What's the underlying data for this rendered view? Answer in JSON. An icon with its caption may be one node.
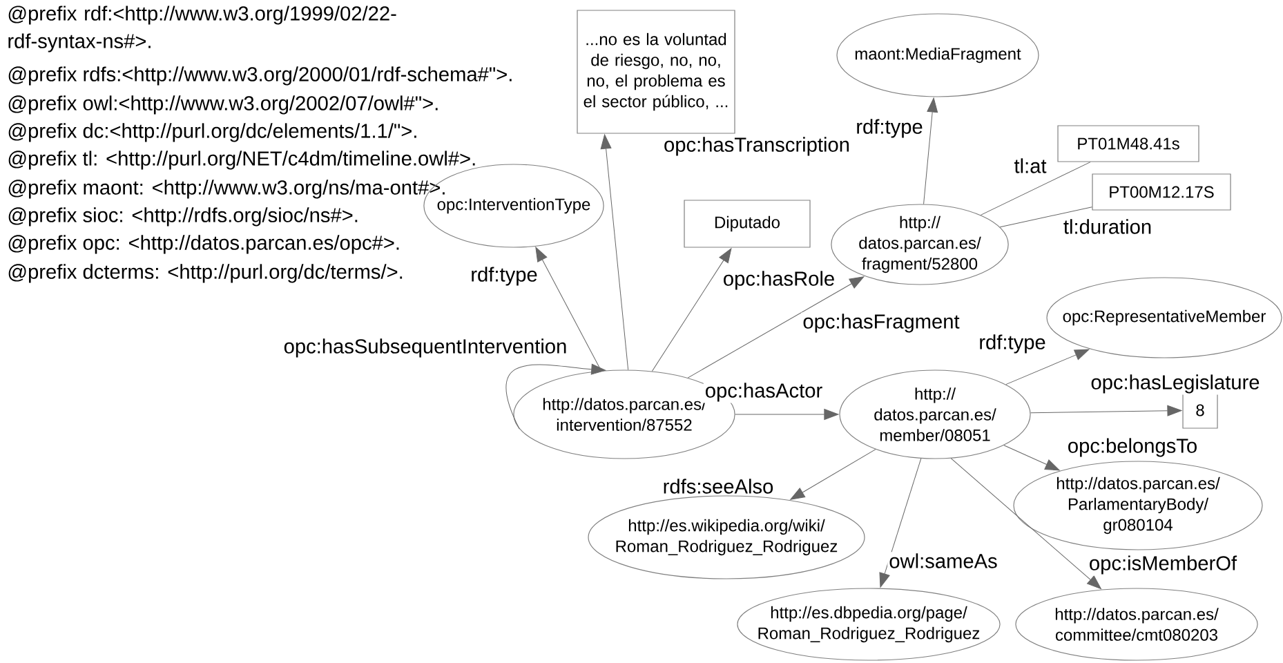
{
  "diagram": {
    "nodes": [
      {
        "text": [
          "...no es la voluntad de riesgo, no, no, no, el problema es el sector público, ..."
        ]
      },
      {
        "text": [
          "maont:MediaFragment"
        ]
      },
      {
        "text": [
          "PT01M48.41s"
        ]
      },
      {
        "text": [
          "PT00M12.17S"
        ]
      },
      {
        "text": [
          "opc:InterventionType"
        ]
      },
      {
        "text": [
          "Diputado"
        ]
      },
      {
        "text": [
          "http:// datos.parcan.es/ fragment/52800"
        ]
      },
      {
        "text": [
          "opc:RepresentativeMember"
        ]
      },
      {
        "text": [
          "http://datos.parcan.es/ intervention/87552"
        ]
      },
      {
        "text": [
          "http:// datos.parcan.es/ member/08051"
        ]
      },
      {
        "text": [
          "8"
        ]
      },
      {
        "text": [
          "http://datos.parcan.es/ ParlamentaryBody/ gr080104"
        ]
      },
      {
        "text": [
          "http://es.wikipedia.org/wiki/ Roman_Rodriguez_Rodriguez"
        ]
      },
      {
        "text": [
          "http://es.dbpedia.org/page/ Roman_Rodriguez_Rodriguez"
        ]
      },
      {
        "text": [
          "http://datos.parcan.es/ committee/cmt080203"
        ]
      }
    ],
    "edges": [
      {
        "from": 8,
        "to": 4,
        "arrow": "to",
        "label": "rdf:type"
      },
      {
        "from": 8,
        "to": 0,
        "arrow": "to",
        "label": "opc:hasTranscription"
      },
      {
        "from": 8,
        "to": 5,
        "arrow": "to",
        "label": "opc:hasRole"
      },
      {
        "from": 8,
        "to": 6,
        "arrow": "to",
        "label": "opc:hasFragment"
      },
      {
        "from": 8,
        "to": 8,
        "arrow": "to",
        "label": "opc:hasSubsequentIntervention"
      },
      {
        "from": 8,
        "to": 9,
        "arrow": "to",
        "label": "opc:hasActor"
      },
      {
        "from": 6,
        "to": 1,
        "arrow": "to",
        "label": "rdf:type"
      },
      {
        "from": 6,
        "to": 2,
        "arrow": "none",
        "label": "tl:at"
      },
      {
        "from": 6,
        "to": 3,
        "arrow": "none",
        "label": "tl:duration"
      },
      {
        "from": 9,
        "to": 7,
        "arrow": "to",
        "label": "rdf:type"
      },
      {
        "from": 9,
        "to": 10,
        "arrow": "to",
        "label": "opc:hasLegislature"
      },
      {
        "from": 9,
        "to": 11,
        "arrow": "to",
        "label": "opc:belongsTo"
      },
      {
        "from": 9,
        "to": 12,
        "arrow": "to",
        "label": "rdfs:seeAlso"
      },
      {
        "from": 9,
        "to": 13,
        "arrow": "to",
        "label": "owl:sameAs"
      },
      {
        "from": 9,
        "to": 14,
        "arrow": "to",
        "label": "opc:isMemberOf"
      }
    ],
    "labels": [
      "@prefix rdf:<http://www.w3.org/1999/02/22-rdf-syntax-ns#>.",
      "@prefix rdfs:<http://www.w3.org/2000/01/rdf-schema#\">.",
      "@prefix owl:<http://www.w3.org/2002/07/owl#\">.",
      "@prefix dc:<http://purl.org/dc/elements/1.1/\">.",
      "@prefix tl: <http://purl.org/NET/c4dm/timeline.owl#>.",
      "@prefix maont: <http://www.w3.org/ns/ma-ont#>.",
      "@prefix sioc: <http://rdfs.org/sioc/ns#>.",
      "@prefix opc: <http://datos.parcan.es/opc#>.",
      "@prefix dcterms: <http://purl.org/dc/terms/>."
    ]
  }
}
